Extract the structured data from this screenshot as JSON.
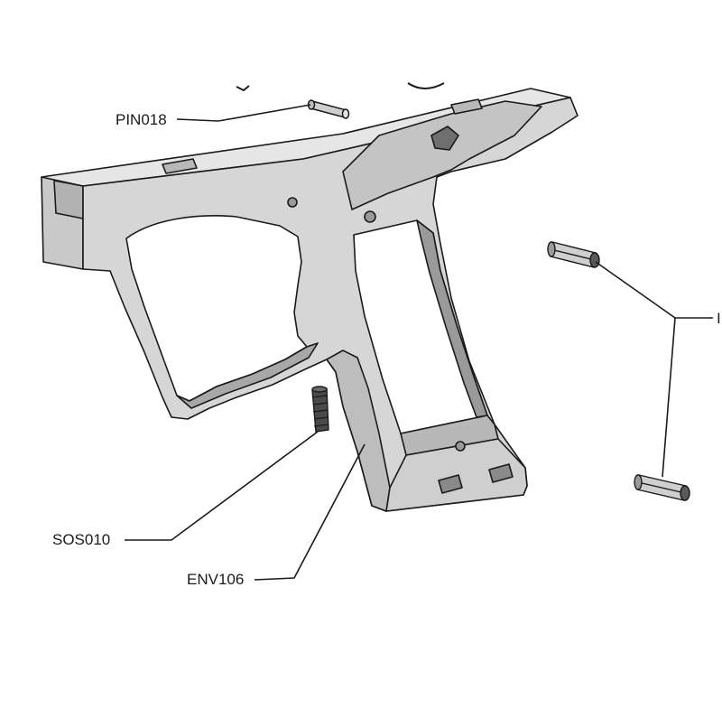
{
  "diagram": {
    "labels": {
      "pin": "PIN018",
      "set_screw": "SOS010",
      "frame": "ENV106",
      "spacers": "I"
    },
    "colors": {
      "line": "#1a1a1a",
      "frame_fill": "#d6d6d6",
      "frame_shade": "#a8a8a8",
      "frame_dark": "#7c7c7c",
      "background": "#ffffff"
    }
  }
}
